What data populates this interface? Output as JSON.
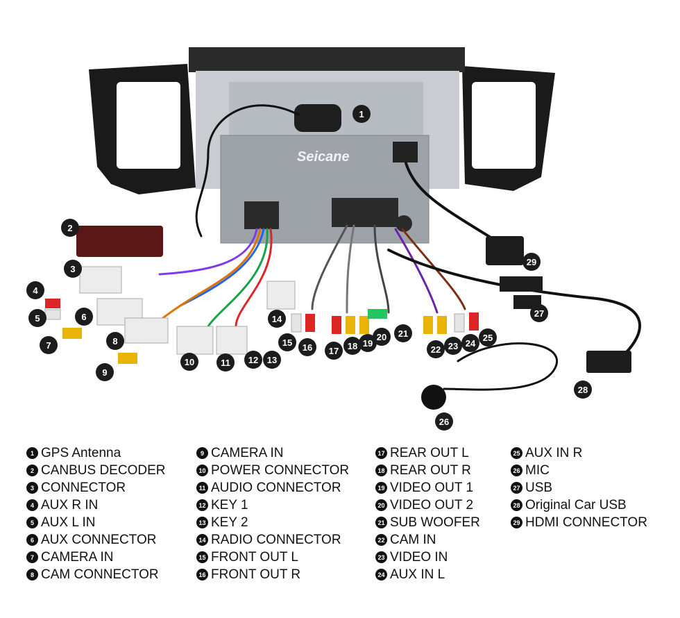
{
  "watermark": "Seicane",
  "callouts": [
    "1",
    "2",
    "3",
    "4",
    "5",
    "6",
    "7",
    "8",
    "9",
    "10",
    "11",
    "12",
    "13",
    "14",
    "15",
    "16",
    "17",
    "18",
    "19",
    "20",
    "21",
    "22",
    "23",
    "24",
    "25",
    "26",
    "27",
    "28",
    "29"
  ],
  "legend": [
    {
      "num": "1",
      "label": "GPS Antenna"
    },
    {
      "num": "2",
      "label": "CANBUS DECODER"
    },
    {
      "num": "3",
      "label": "CONNECTOR"
    },
    {
      "num": "4",
      "label": "AUX R IN"
    },
    {
      "num": "5",
      "label": "AUX L IN"
    },
    {
      "num": "6",
      "label": "AUX CONNECTOR"
    },
    {
      "num": "7",
      "label": "CAMERA IN"
    },
    {
      "num": "8",
      "label": "CAM CONNECTOR"
    },
    {
      "num": "9",
      "label": "CAMERA IN"
    },
    {
      "num": "10",
      "label": "POWER CONNECTOR"
    },
    {
      "num": "11",
      "label": "AUDIO CONNECTOR"
    },
    {
      "num": "12",
      "label": "KEY 1"
    },
    {
      "num": "13",
      "label": "KEY 2"
    },
    {
      "num": "14",
      "label": "RADIO CONNECTOR"
    },
    {
      "num": "15",
      "label": "FRONT OUT L"
    },
    {
      "num": "16",
      "label": "FRONT OUT R"
    },
    {
      "num": "17",
      "label": "REAR OUT L"
    },
    {
      "num": "18",
      "label": "REAR OUT R"
    },
    {
      "num": "19",
      "label": "VIDEO OUT 1"
    },
    {
      "num": "20",
      "label": "VIDEO OUT 2"
    },
    {
      "num": "21",
      "label": "SUB WOOFER"
    },
    {
      "num": "22",
      "label": "CAM IN"
    },
    {
      "num": "23",
      "label": "VIDEO IN"
    },
    {
      "num": "24",
      "label": "AUX IN L"
    },
    {
      "num": "25",
      "label": "AUX IN R"
    },
    {
      "num": "26",
      "label": "MIC"
    },
    {
      "num": "27",
      "label": "USB"
    },
    {
      "num": "28",
      "label": "Original Car USB"
    },
    {
      "num": "29",
      "label": "HDMI CONNECTOR"
    }
  ]
}
